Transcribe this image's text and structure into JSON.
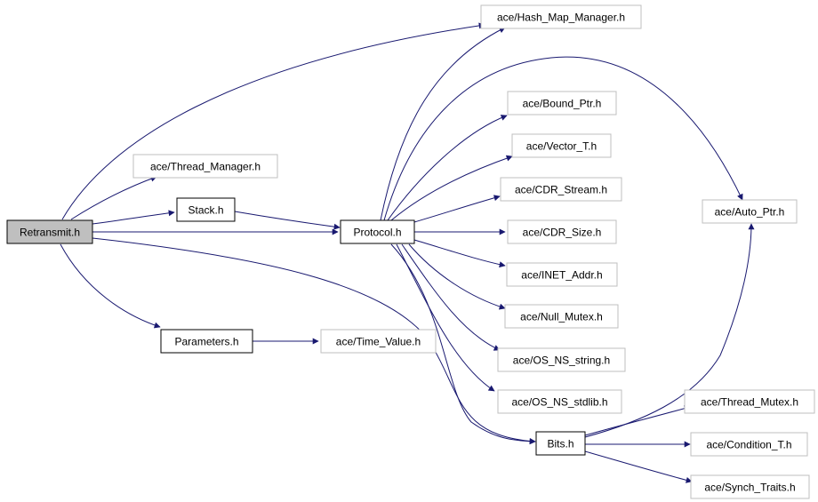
{
  "graph": {
    "nodes": {
      "retransmit": "Retransmit.h",
      "hash_map_manager": "ace/Hash_Map_Manager.h",
      "thread_manager": "ace/Thread_Manager.h",
      "stack": "Stack.h",
      "protocol": "Protocol.h",
      "parameters": "Parameters.h",
      "time_value": "ace/Time_Value.h",
      "bound_ptr": "ace/Bound_Ptr.h",
      "vector_t": "ace/Vector_T.h",
      "cdr_stream": "ace/CDR_Stream.h",
      "cdr_size": "ace/CDR_Size.h",
      "inet_addr": "ace/INET_Addr.h",
      "null_mutex": "ace/Null_Mutex.h",
      "os_ns_string": "ace/OS_NS_string.h",
      "os_ns_stdlib": "ace/OS_NS_stdlib.h",
      "auto_ptr": "ace/Auto_Ptr.h",
      "bits": "Bits.h",
      "thread_mutex": "ace/Thread_Mutex.h",
      "condition_t": "ace/Condition_T.h",
      "synch_traits": "ace/Synch_Traits.h"
    },
    "edge_color": "#191970",
    "root_fill": "#bfbfbf",
    "external_border": "#bfbfbf"
  }
}
